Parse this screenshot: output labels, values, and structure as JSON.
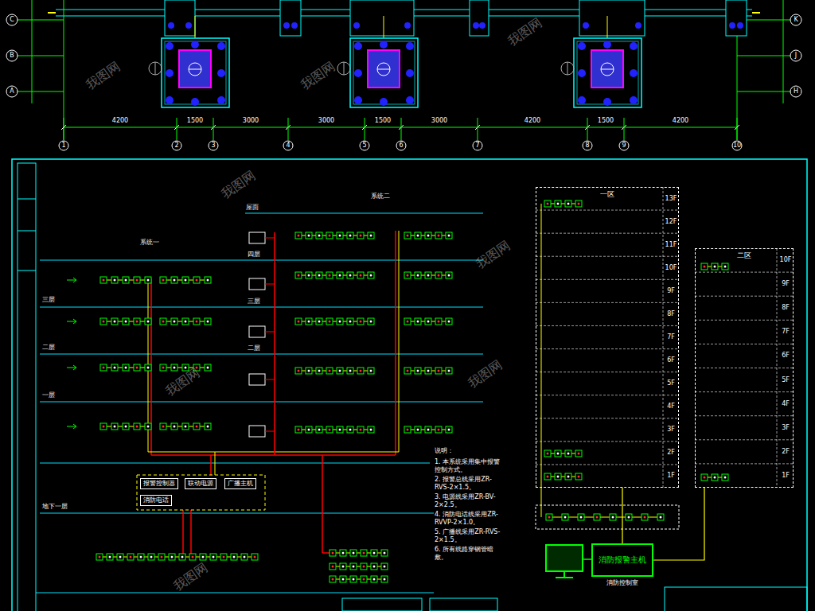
{
  "diagram": {
    "nodes": [
      {
        "text": [
          "报警控制器"
        ]
      },
      {
        "text": [
          "联动电源"
        ]
      },
      {
        "text": [
          "广播主机"
        ]
      },
      {
        "text": [
          "消防电话"
        ]
      },
      {
        "text": [
          "一区"
        ]
      },
      {
        "text": [
          "二区"
        ]
      },
      {
        "text": [
          "消防报警主机"
        ]
      }
    ],
    "edges": [
      {
        "from": 4,
        "to": 6,
        "arrow": "none"
      },
      {
        "from": 5,
        "to": 6,
        "arrow": "none"
      }
    ],
    "labels": [
      "系统二",
      "系统一",
      "三层",
      "二层",
      "一层",
      "地下一层",
      "屋面",
      "四层",
      "三层",
      "二层",
      "说明：",
      "1. 本系统采用集中报警控制方式。",
      "2. 报警总线采用ZR-RVS-2×1.5。",
      "3. 电源线采用ZR-BV-2×2.5。",
      "4. 消防电话线采用ZR-RVVP-2×1.0。",
      "5. 广播线采用ZR-RVS-2×1.5。",
      "6. 所有线路穿钢管暗敷。",
      "消防控制室",
      "13F",
      "12F",
      "11F",
      "10F",
      "9F",
      "8F",
      "7F",
      "6F",
      "5F",
      "4F",
      "3F",
      "2F",
      "1F",
      "10F",
      "9F",
      "8F",
      "7F",
      "6F",
      "5F",
      "4F",
      "3F",
      "2F",
      "1F",
      "C",
      "B",
      "A",
      "K",
      "J",
      "H",
      "1",
      "2",
      "3",
      "4",
      "5",
      "6",
      "7",
      "8",
      "9",
      "10",
      "4200",
      "1500",
      "3000",
      "3000",
      "1500",
      "3000",
      "4200",
      "1500",
      "4200",
      "我图网",
      "我图网",
      "我图网",
      "我图网",
      "我图网",
      "我图网",
      "我图网",
      "我图网"
    ]
  }
}
